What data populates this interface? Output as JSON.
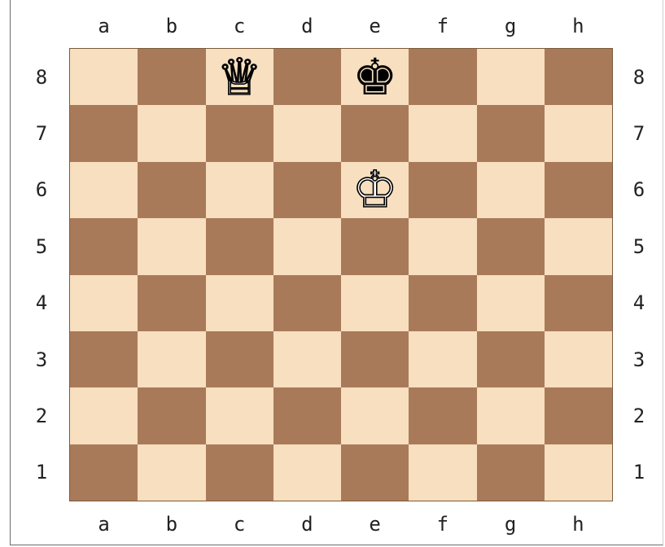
{
  "files": [
    "a",
    "b",
    "c",
    "d",
    "e",
    "f",
    "g",
    "h"
  ],
  "ranks": [
    "8",
    "7",
    "6",
    "5",
    "4",
    "3",
    "2",
    "1"
  ],
  "colors": {
    "light": "#f7dfbf",
    "dark": "#a97a5a"
  },
  "position": [
    {
      "square": "c8",
      "piece": "queen",
      "color": "white",
      "glyph": "♕"
    },
    {
      "square": "e8",
      "piece": "king",
      "color": "black",
      "glyph": "♚"
    },
    {
      "square": "e6",
      "piece": "king",
      "color": "white",
      "glyph": "♔"
    }
  ]
}
